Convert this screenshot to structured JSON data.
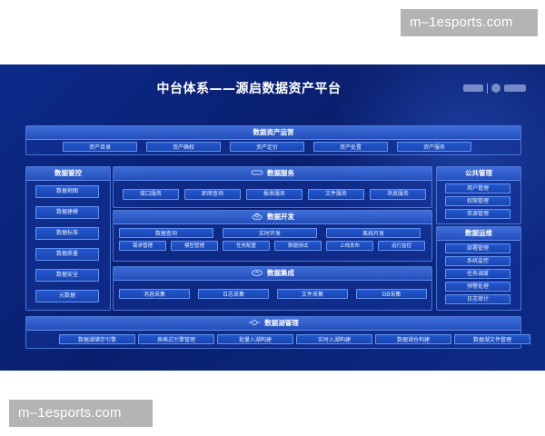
{
  "watermark": {
    "top_text": "m–1esports.com",
    "bottom_text": "m–1esports.com"
  },
  "diagram": {
    "title": "中台体系——源启数据资产平台",
    "asset_ops": {
      "title": "数据资产运营",
      "items": [
        "资产目录",
        "资产确权",
        "资产定价",
        "资产处置",
        "资产服务"
      ]
    },
    "data_control": {
      "title": "数据管控",
      "items": [
        "数据地图",
        "数据建模",
        "数据标准",
        "数据质量",
        "数据安全",
        "元数据"
      ]
    },
    "data_service": {
      "title": "数据服务",
      "items": [
        "接口服务",
        "即席查询",
        "报表服务",
        "文件服务",
        "消息服务"
      ]
    },
    "data_dev": {
      "title": "数据开发",
      "row1": [
        "数据查询",
        "实时开发",
        "离线开发"
      ],
      "row2": [
        "需求管理",
        "模型管理",
        "任务配置",
        "数据测试",
        "上线发布",
        "运行监控"
      ]
    },
    "data_integration": {
      "title": "数据集成",
      "items": [
        "消息采集",
        "日志采集",
        "文件采集",
        "DB采集"
      ]
    },
    "public_mgmt": {
      "title": "公共管理",
      "items": [
        "用户管理",
        "权限管理",
        "资源管理"
      ]
    },
    "data_ops": {
      "title": "数据运维",
      "items": [
        "部署管理",
        "系统监控",
        "任务调度",
        "预警处理",
        "日志审计"
      ]
    },
    "data_lake": {
      "title": "数据湖管理",
      "items": [
        "数据湖储存引擎",
        "表格式引擎管理",
        "批量入湖构建",
        "实时入湖构建",
        "数据湖仓构建",
        "数据湖文件管理"
      ]
    }
  }
}
